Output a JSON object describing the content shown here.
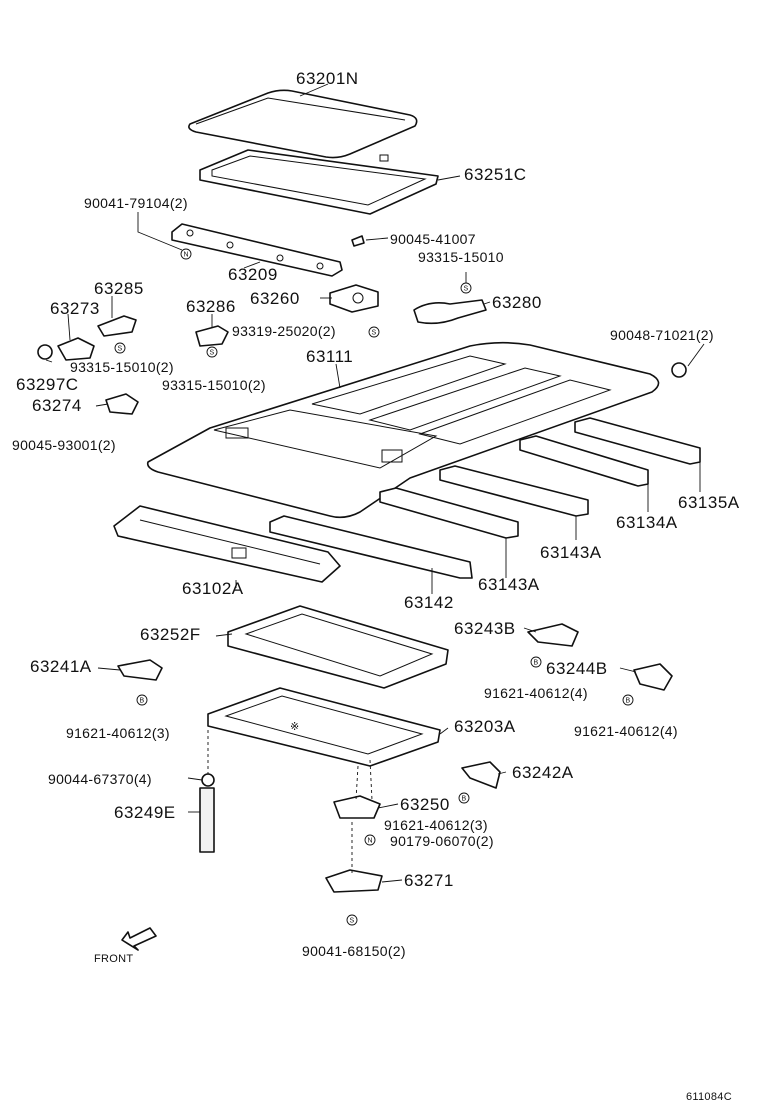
{
  "parts": {
    "p63201N": "63201N",
    "p63251C": "63251C",
    "p90041_79104": "90041-79104(2)",
    "p90045_41007": "90045-41007",
    "p93315_15010_a": "93315-15010",
    "p63209": "63209",
    "p63285": "63285",
    "p63273": "63273",
    "p63286": "63286",
    "p63260": "63260",
    "p63280": "63280",
    "p93319_25020": "93319-25020(2)",
    "p90048_71021": "90048-71021(2)",
    "p93315_15010_b": "93315-15010(2)",
    "p63111": "63111",
    "p63297C": "63297C",
    "p93315_15010_c": "93315-15010(2)",
    "p63274": "63274",
    "p90045_93001": "90045-93001(2)",
    "p63135A": "63135A",
    "p63134A": "63134A",
    "p63143A_a": "63143A",
    "p63143A_b": "63143A",
    "p63142": "63142",
    "p63102A": "63102A",
    "p63252F": "63252F",
    "p63243B": "63243B",
    "p63241A": "63241A",
    "p63244B": "63244B",
    "p91621_40612_4a": "91621-40612(4)",
    "p91621_40612_3a": "91621-40612(3)",
    "p91621_40612_4b": "91621-40612(4)",
    "p63203A": "63203A",
    "p90044_67370": "90044-67370(4)",
    "p63242A": "63242A",
    "p63249E": "63249E",
    "p63250": "63250",
    "p91621_40612_3b": "91621-40612(3)",
    "p90179_06070": "90179-06070(2)",
    "p63271": "63271",
    "p90041_68150": "90041-68150(2)"
  },
  "front_label": "FRONT",
  "figure_code": "611084C",
  "marks": {
    "n": "N",
    "s": "S",
    "b": "B"
  }
}
